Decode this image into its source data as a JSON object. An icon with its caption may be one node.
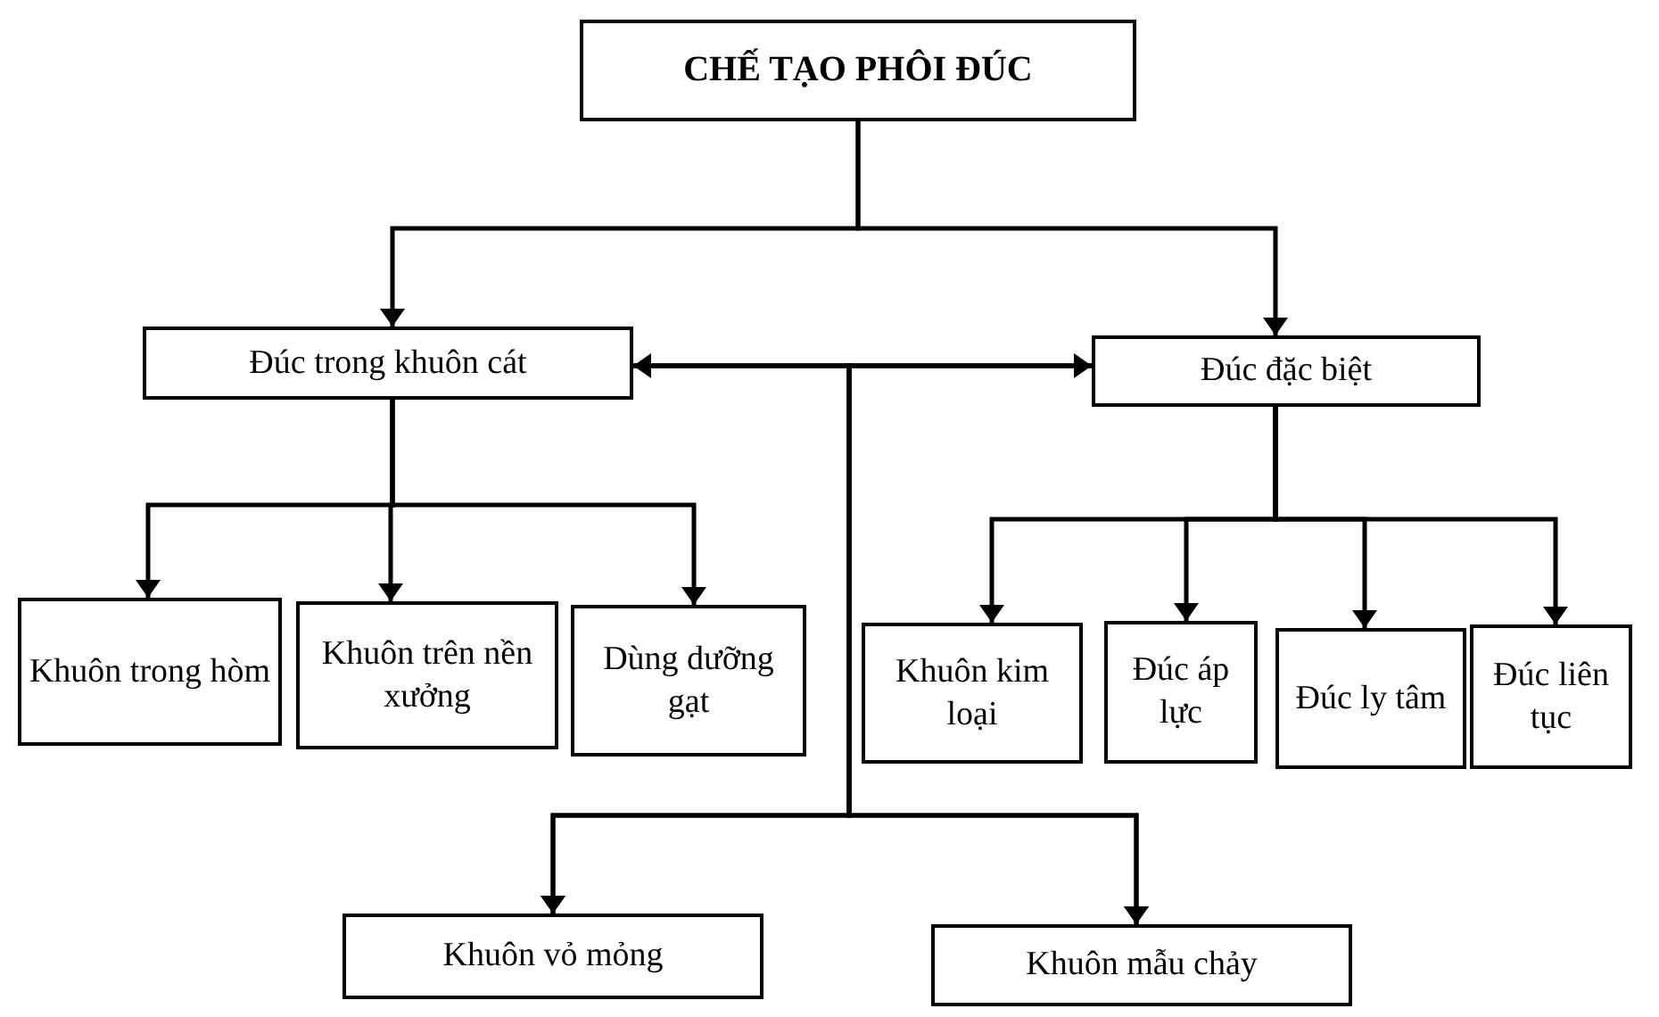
{
  "diagram": {
    "nodes": [
      {
        "text": [
          "CHẾ TẠO PHÔI ĐÚC"
        ]
      },
      {
        "text": [
          "Đúc trong khuôn cát"
        ]
      },
      {
        "text": [
          "Đúc đặc biệt"
        ]
      },
      {
        "text": [
          "Khuôn trong hòm"
        ]
      },
      {
        "text": [
          "Khuôn trên nền xưởng"
        ]
      },
      {
        "text": [
          "Dùng dưỡng gạt"
        ]
      },
      {
        "text": [
          "Khuôn kim loại"
        ]
      },
      {
        "text": [
          "Đúc áp lực"
        ]
      },
      {
        "text": [
          "Đúc ly tâm"
        ]
      },
      {
        "text": [
          "Đúc liên tục"
        ]
      },
      {
        "text": [
          "Khuôn vỏ mỏng"
        ]
      },
      {
        "text": [
          "Khuôn mẫu chảy"
        ]
      }
    ],
    "edges": [
      {
        "from": 0,
        "to": 1,
        "arrow": "to"
      },
      {
        "from": 0,
        "to": 2,
        "arrow": "to"
      },
      {
        "from": 1,
        "to": 2,
        "arrow": "both"
      },
      {
        "from": 1,
        "to": 10,
        "arrow": "to"
      },
      {
        "from": 1,
        "to": 11,
        "arrow": "to"
      },
      {
        "from": 2,
        "to": 10,
        "arrow": "to"
      },
      {
        "from": 2,
        "to": 11,
        "arrow": "to"
      },
      {
        "from": 1,
        "to": 3,
        "arrow": "to"
      },
      {
        "from": 1,
        "to": 4,
        "arrow": "to"
      },
      {
        "from": 1,
        "to": 5,
        "arrow": "to"
      },
      {
        "from": 2,
        "to": 6,
        "arrow": "to"
      },
      {
        "from": 2,
        "to": 7,
        "arrow": "to"
      },
      {
        "from": 2,
        "to": 8,
        "arrow": "to"
      },
      {
        "from": 2,
        "to": 9,
        "arrow": "to"
      }
    ]
  }
}
